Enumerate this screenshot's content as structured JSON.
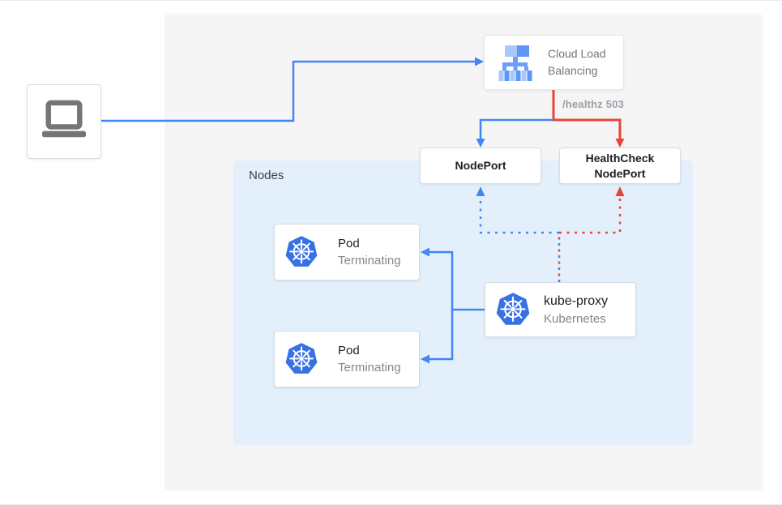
{
  "diagram": {
    "nodes_panel_label": "Nodes",
    "healthz_label": "/healthz 503",
    "cloud_load_balancing": {
      "line1": "Cloud Load",
      "line2": "Balancing"
    },
    "nodeport": {
      "label": "NodePort"
    },
    "healthcheck_nodeport": {
      "line1": "HealthCheck",
      "line2": "NodePort"
    },
    "pods": [
      {
        "title": "Pod",
        "status": "Terminating"
      },
      {
        "title": "Pod",
        "status": "Terminating"
      }
    ],
    "kube_proxy": {
      "title": "kube-proxy",
      "subtitle": "Kubernetes"
    }
  },
  "colors": {
    "traffic_blue": "#4285F4",
    "health_red": "#E94335",
    "background_gray": "#F5F5F6",
    "nodes_panel_blue": "#E3F0FC",
    "box_border": "#DADCE0",
    "text_primary": "#202124",
    "text_secondary": "#80868B",
    "kubernetes_blue": "#3871E3",
    "icon_gray": "#757575",
    "lb_icon_light": "#A9C7FB",
    "lb_icon_medium": "#5E97F6",
    "lb_icon_bar": "#6D9EF8"
  }
}
